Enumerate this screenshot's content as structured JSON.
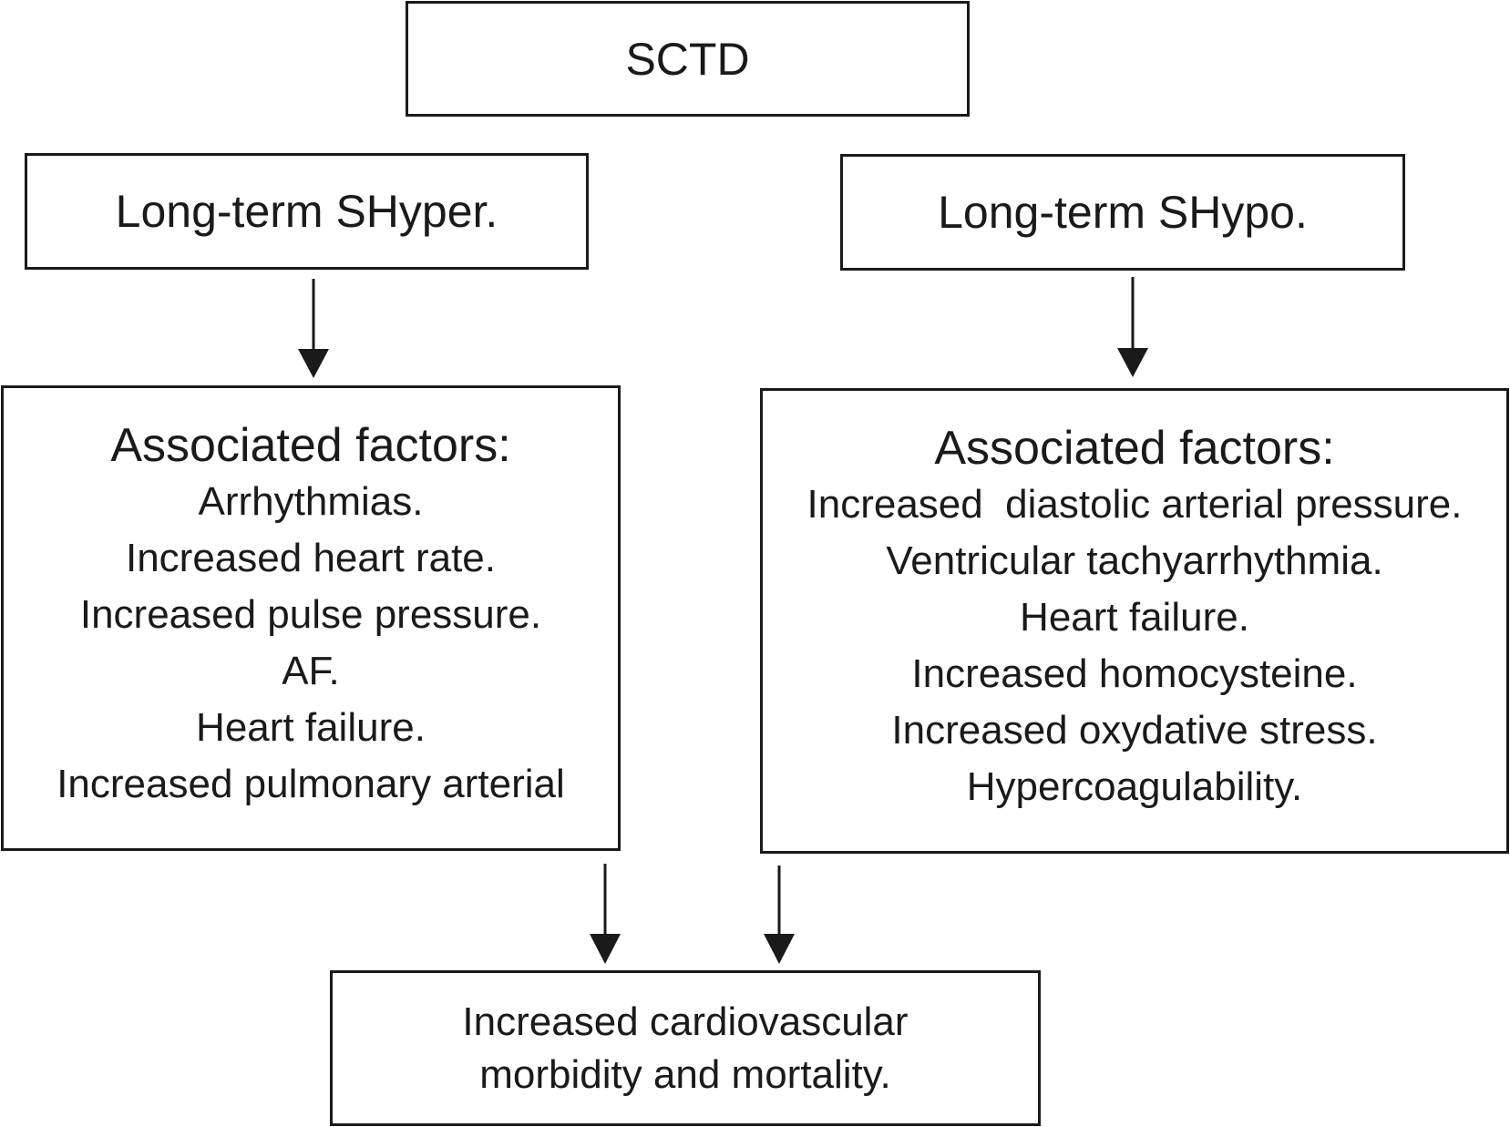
{
  "diagram": {
    "root": {
      "label": "SCTD"
    },
    "left_branch": {
      "label": "Long-term SHyper.",
      "factors_heading": "Associated factors:",
      "factors": [
        "Arrhythmias.",
        "Increased heart rate.",
        "Increased pulse pressure.",
        "AF.",
        "Heart failure.",
        "Increased pulmonary arterial"
      ]
    },
    "right_branch": {
      "label": "Long-term SHypo.",
      "factors_heading": "Associated factors:",
      "factors": [
        "Increased  diastolic arterial pressure.",
        "Ventricular tachyarrhythmia.",
        "Heart failure.",
        "Increased homocysteine.",
        "Increased oxydative stress.",
        "Hypercoagulability."
      ]
    },
    "outcome": {
      "lines": [
        "Increased cardiovascular",
        "morbidity and mortality."
      ]
    },
    "colors": {
      "line": "#1a1a1a",
      "background": "#ffffff"
    }
  }
}
